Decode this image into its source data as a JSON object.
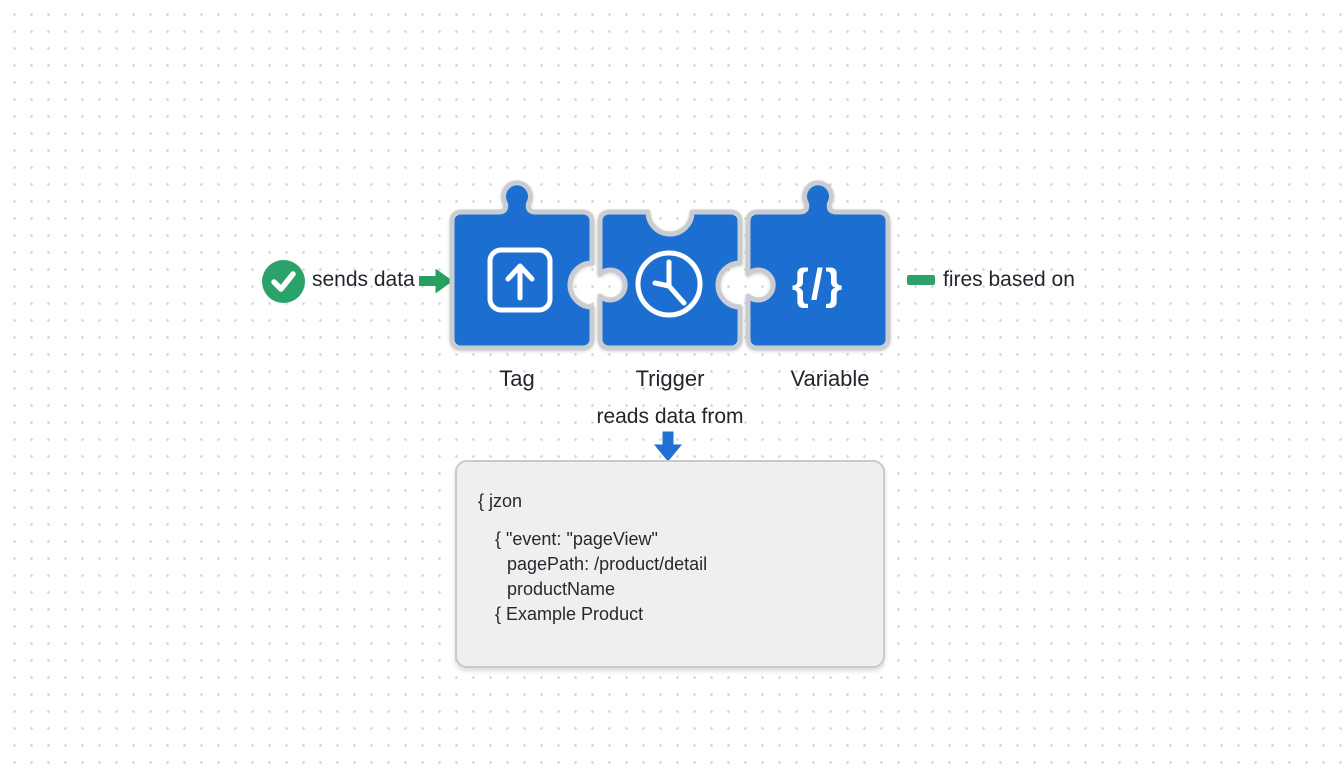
{
  "diagram": {
    "left_annotation": {
      "label": "sends data"
    },
    "right_annotation": {
      "label": "fires based on"
    },
    "bottom_annotation": {
      "label": "reads data from"
    },
    "pieces": [
      {
        "label": "Tag",
        "icon": "upload-arrow"
      },
      {
        "label": "Trigger",
        "icon": "clock"
      },
      {
        "label": "Variable",
        "icon": "code-braces",
        "icon_glyph": "{/}"
      }
    ],
    "data_layer_box": {
      "lines": [
        {
          "text": "{ jzon"
        },
        {
          "text": "{ \"event: \"pageView\""
        },
        {
          "text": "pagePath: /product/detail"
        },
        {
          "text": "productName"
        },
        {
          "text": "{ Example Product"
        }
      ]
    },
    "colors": {
      "piece_blue": "#1c6fd1",
      "piece_border": "#c9cdd2",
      "check_green": "#2aa26a",
      "arrow_green": "#27a05f",
      "dash_green": "#2da169",
      "arrow_blue": "#1f72d3",
      "text": "#21262d",
      "box_background": "#efeff0",
      "box_border": "#c7cbce",
      "grid_dot": "#d9dadc"
    }
  }
}
